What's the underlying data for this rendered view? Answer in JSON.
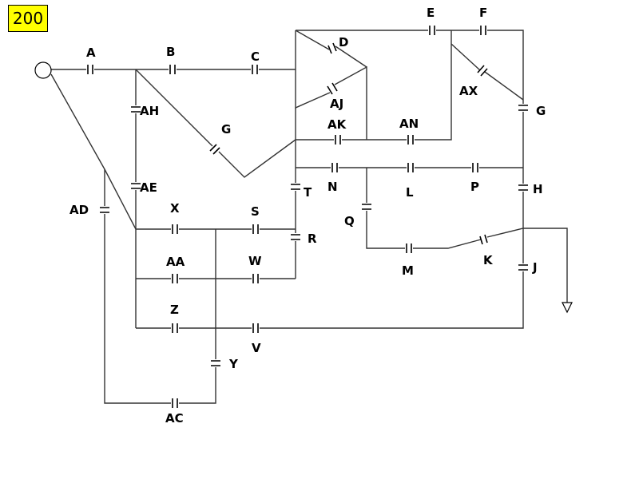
{
  "diagram": {
    "id_badge": "200",
    "badge_color": "#ffff00",
    "capacitor_labels": {
      "A": "A",
      "B": "B",
      "C": "C",
      "D": "D",
      "E": "E",
      "F": "F",
      "AX": "AX",
      "G_right": "G",
      "G_diag": "G",
      "AH": "AH",
      "AJ": "AJ",
      "AK": "AK",
      "AN": "AN",
      "AE": "AE",
      "AD": "AD",
      "X": "X",
      "S": "S",
      "T": "T",
      "N": "N",
      "L": "L",
      "P": "P",
      "H": "H",
      "Q": "Q",
      "R": "R",
      "AA": "AA",
      "W": "W",
      "M": "M",
      "K": "K",
      "J": "J",
      "Z": "Z",
      "V": "V",
      "Y": "Y",
      "AC": "AC"
    }
  }
}
